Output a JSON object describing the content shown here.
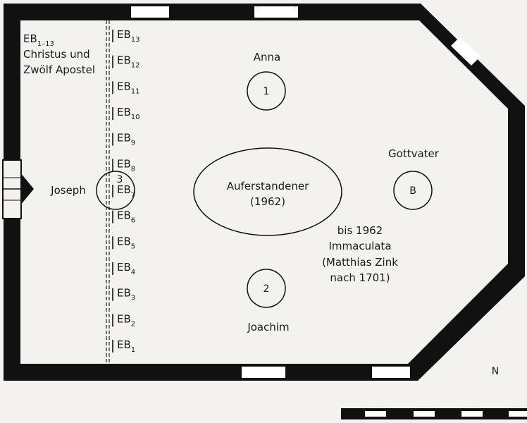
{
  "colors": {
    "wall": "#111111",
    "window": "#ffffff",
    "paper": "#f4f2ee",
    "ink": "#1a1a1a"
  },
  "labels": {
    "left_group_line1_main": "EB",
    "left_group_line1_sub": "1–13",
    "left_group_line2": "Christus und",
    "left_group_line3": "Zwölf Apostel",
    "joseph": "Joseph",
    "circle3": "3",
    "anna": "Anna",
    "circle1": "1",
    "circle2": "2",
    "joachim": "Joachim",
    "center_line1": "Auferstandener",
    "center_line2": "(1962)",
    "gottvater": "Gottvater",
    "circleB": "B",
    "imm1": "bis 1962",
    "imm2": "Immaculata",
    "imm3": "(Matthias Zink",
    "imm4": "nach 1701)",
    "north": "N"
  },
  "eb_items": [
    {
      "main": "EB",
      "sub": "13"
    },
    {
      "main": "EB",
      "sub": "12"
    },
    {
      "main": "EB",
      "sub": "11"
    },
    {
      "main": "EB",
      "sub": "10"
    },
    {
      "main": "EB",
      "sub": "9"
    },
    {
      "main": "EB",
      "sub": "8"
    },
    {
      "main": "EB",
      "sub": "7"
    },
    {
      "main": "EB",
      "sub": "6"
    },
    {
      "main": "EB",
      "sub": "5"
    },
    {
      "main": "EB",
      "sub": "4"
    },
    {
      "main": "EB",
      "sub": "3"
    },
    {
      "main": "EB",
      "sub": "2"
    },
    {
      "main": "EB",
      "sub": "1"
    }
  ]
}
